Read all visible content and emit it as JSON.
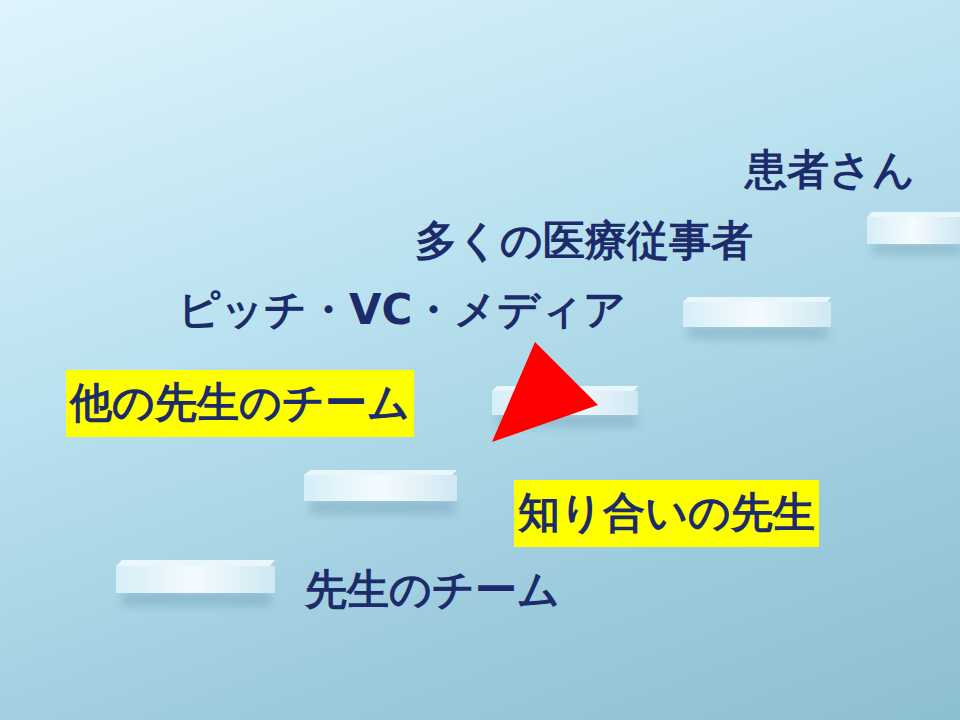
{
  "diagram": {
    "nodes": [
      {
        "text": [
          "他の先生のチーム"
        ]
      },
      {
        "text": [
          "知り合いの先生"
        ]
      }
    ],
    "labels": [
      "患者さん",
      "多くの医療従事者",
      "ピッチ・VC・メディア",
      "先生のチーム"
    ]
  }
}
